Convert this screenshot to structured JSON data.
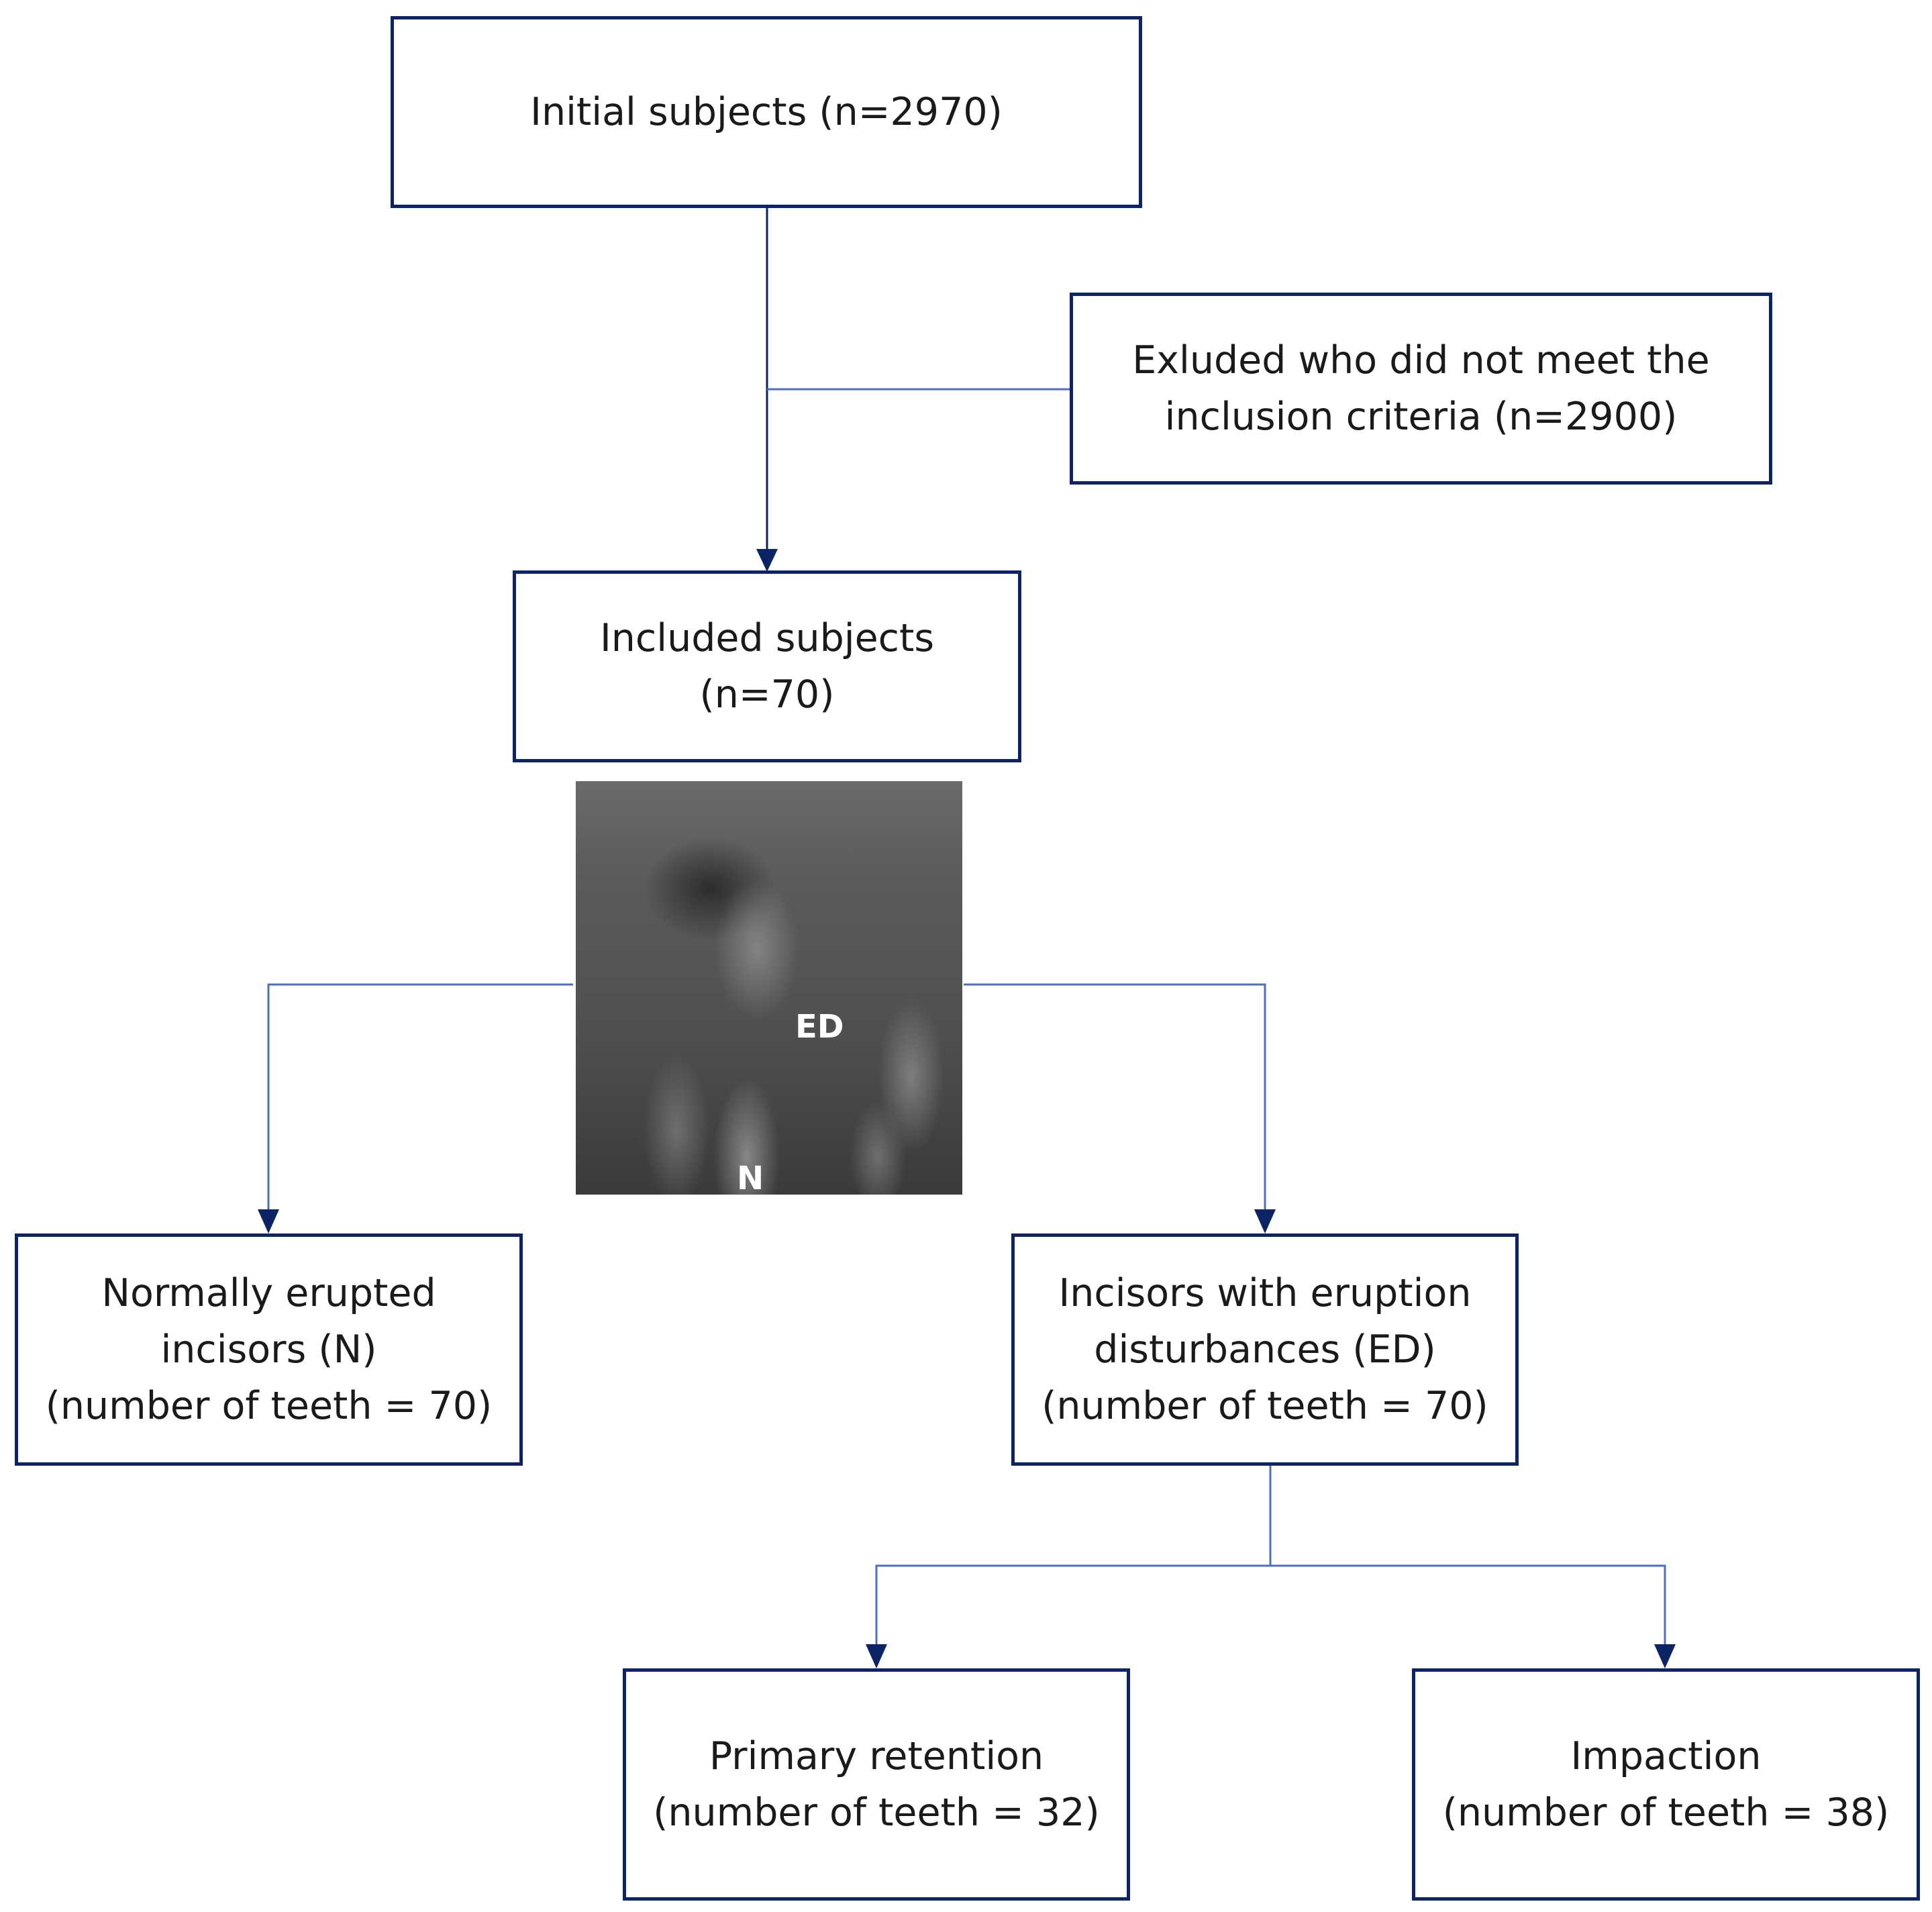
{
  "boxes": {
    "initial": {
      "lines": [
        "Initial subjects (n=2970)"
      ]
    },
    "excluded": {
      "lines": [
        "Exluded who did not meet the",
        "inclusion criteria (n=2900)"
      ]
    },
    "included": {
      "lines": [
        "Included subjects",
        "(n=70)"
      ]
    },
    "normal": {
      "lines": [
        "Normally erupted",
        "incisors (N)",
        "(number of teeth = 70)"
      ]
    },
    "disturbed": {
      "lines": [
        "Incisors with eruption",
        "disturbances (ED)",
        "(number of teeth = 70)"
      ]
    },
    "retention": {
      "lines": [
        "Primary retention",
        "(number of teeth = 32)"
      ]
    },
    "impaction": {
      "lines": [
        "Impaction",
        "(number of teeth = 38)"
      ]
    }
  },
  "xray": {
    "label_ed": "ED",
    "label_n": "N"
  },
  "colors": {
    "box_border": "#0c2466",
    "arrow": "#0c2466",
    "line": "#4a6fc4"
  }
}
